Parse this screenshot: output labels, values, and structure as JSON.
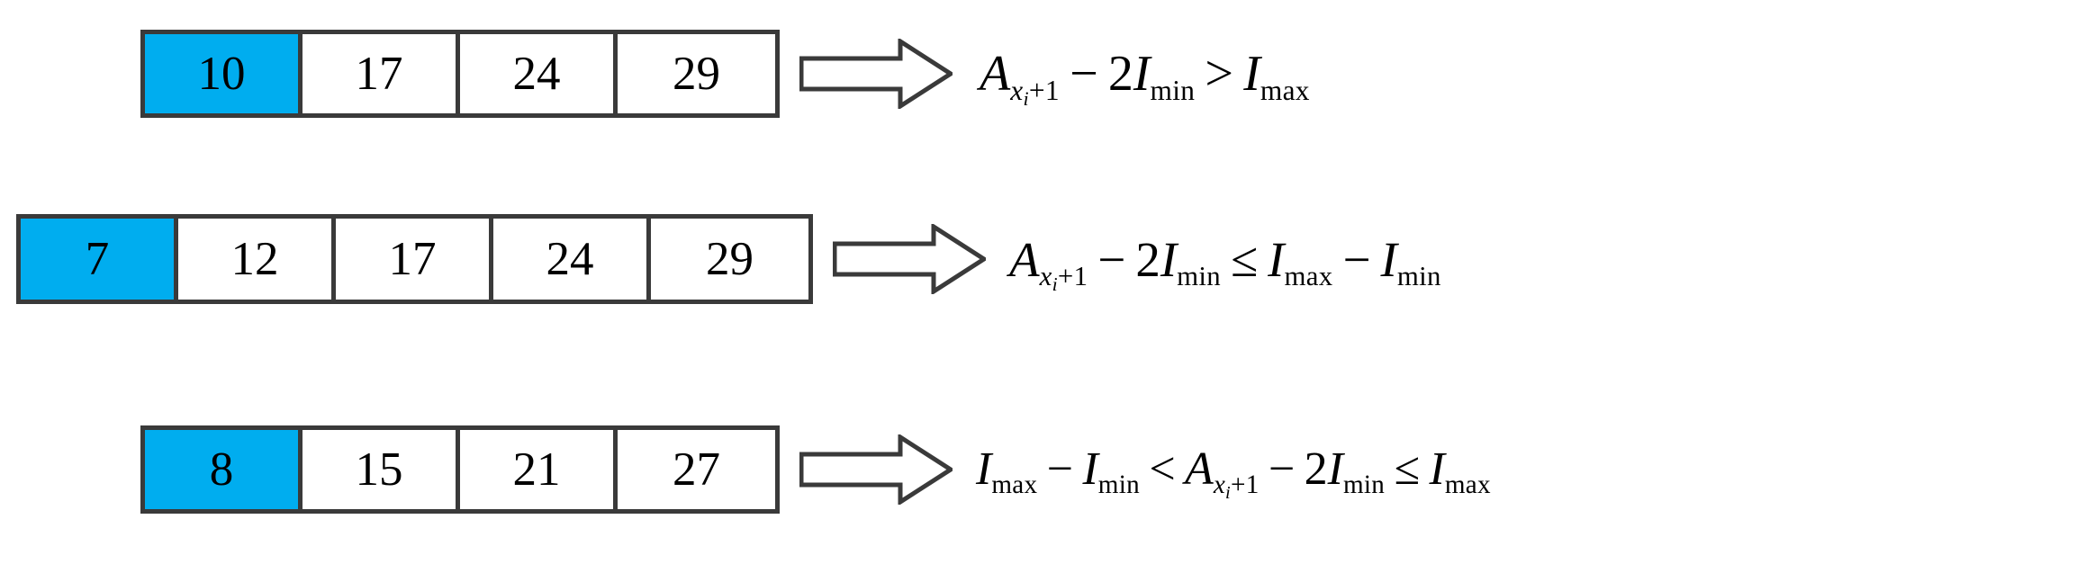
{
  "figure": {
    "type": "diagram",
    "description": "Three sorted-array examples, each followed by a block arrow and an inequality condition",
    "background_color": "#ffffff",
    "highlight_color": "#00ADEF",
    "border_color": "#3a3a3a",
    "text_color": "#000000"
  },
  "rows": [
    {
      "id": "row-1",
      "array": {
        "cells": [
          {
            "value": "10",
            "highlighted": true
          },
          {
            "value": "17",
            "highlighted": false
          },
          {
            "value": "24",
            "highlighted": false
          },
          {
            "value": "29",
            "highlighted": false
          }
        ]
      },
      "arrow": {
        "icon": "block-arrow-right-icon",
        "direction": "right"
      },
      "formula": {
        "text": "A(x_i+1) - 2 I_min > I_max",
        "parts": {
          "lhs_var": "A",
          "lhs_sub_base": "x",
          "lhs_sub_sub": "i",
          "lhs_sub_tail": "+1",
          "minus": "−",
          "coefficient": "2",
          "i_var": "I",
          "i_sub_min": "min",
          "relation": ">",
          "rhs_var": "I",
          "rhs_sub": "max"
        }
      }
    },
    {
      "id": "row-2",
      "array": {
        "cells": [
          {
            "value": "7",
            "highlighted": true
          },
          {
            "value": "12",
            "highlighted": false
          },
          {
            "value": "17",
            "highlighted": false
          },
          {
            "value": "24",
            "highlighted": false
          },
          {
            "value": "29",
            "highlighted": false
          }
        ]
      },
      "arrow": {
        "icon": "block-arrow-right-icon",
        "direction": "right"
      },
      "formula": {
        "text": "A(x_i+1) - 2 I_min <= I_max - I_min",
        "parts": {
          "lhs_var": "A",
          "lhs_sub_base": "x",
          "lhs_sub_sub": "i",
          "lhs_sub_tail": "+1",
          "minus": "−",
          "coefficient": "2",
          "i_var": "I",
          "i_sub_min": "min",
          "relation": "≤",
          "rhs_var_1": "I",
          "rhs_sub_1": "max",
          "minus2": "−",
          "rhs_var_2": "I",
          "rhs_sub_2": "min"
        }
      }
    },
    {
      "id": "row-3",
      "array": {
        "cells": [
          {
            "value": "8",
            "highlighted": true
          },
          {
            "value": "15",
            "highlighted": false
          },
          {
            "value": "21",
            "highlighted": false
          },
          {
            "value": "27",
            "highlighted": false
          }
        ]
      },
      "arrow": {
        "icon": "block-arrow-right-icon",
        "direction": "right"
      },
      "formula": {
        "text": "I_max - I_min < A(x_i+1) - 2 I_min <= I_max",
        "parts": {
          "lead_var_1": "I",
          "lead_sub_1": "max",
          "minus1": "−",
          "lead_var_2": "I",
          "lead_sub_2": "min",
          "relation_1": "<",
          "mid_var": "A",
          "mid_sub_base": "x",
          "mid_sub_sub": "i",
          "mid_sub_tail": "+1",
          "minus2": "−",
          "coefficient": "2",
          "i_var": "I",
          "i_sub_min": "min",
          "relation_2": "≤",
          "tail_var": "I",
          "tail_sub": "max"
        }
      }
    }
  ]
}
